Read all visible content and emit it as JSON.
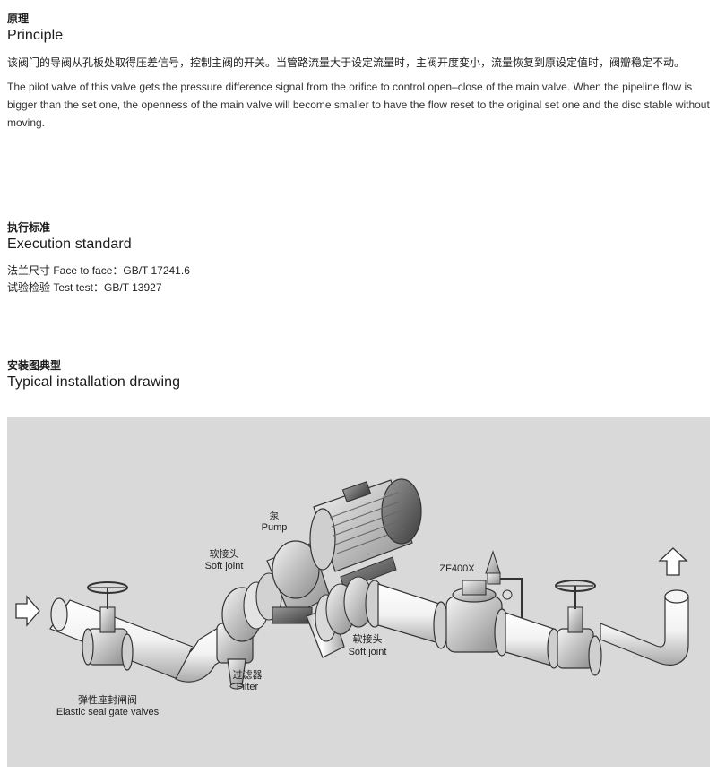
{
  "principle": {
    "title_zh": "原理",
    "title_en": "Principle",
    "text_zh": "该阀门的导阀从孔板处取得压差信号，控制主阀的开关。当管路流量大于设定流量时，主阀开度变小，流量恢复到原设定值时，阀瓣稳定不动。",
    "text_en": "The pilot valve of this valve gets the pressure difference signal from the orifice to control open–close of the main valve. When the pipeline flow is bigger than the set one, the openness of the main valve will become smaller to have the flow reset to the original set one and the disc stable without moving."
  },
  "standard": {
    "title_zh": "执行标准",
    "title_en": "Execution standard",
    "face_to_face": "法兰尺寸 Face to face：GB/T 17241.6",
    "test": "试验检验 Test test：GB/T 13927"
  },
  "drawing": {
    "title_zh": "安装图典型",
    "title_en": "Typical installation drawing",
    "labels": {
      "pump_zh": "泵",
      "pump_en": "Pump",
      "soft_joint1_zh": "软接头",
      "soft_joint1_en": "Soft joint",
      "valve_model": "ZF400X",
      "soft_joint2_zh": "软接头",
      "soft_joint2_en": "Soft joint",
      "filter_zh": "过滤器",
      "filter_en": "Filter",
      "gate_valve_zh": "弹性座封闸阀",
      "gate_valve_en": "Elastic seal gate valves"
    }
  }
}
